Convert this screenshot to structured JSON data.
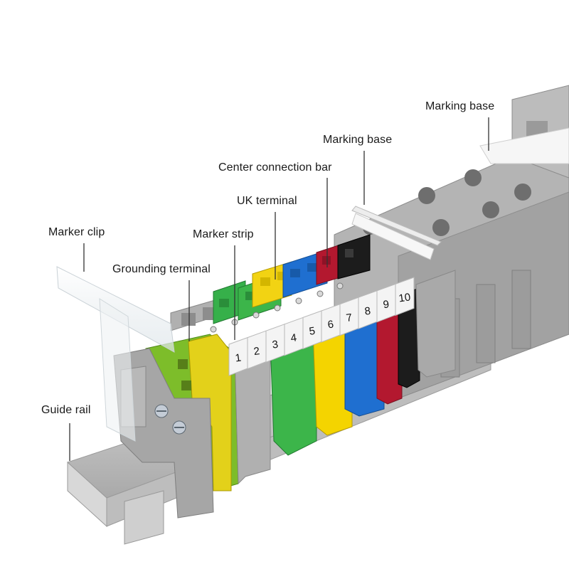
{
  "callouts": {
    "marking_base_right": "Marking base",
    "marking_base_mid": "Marking base",
    "center_connection_bar": "Center connection bar",
    "uk_terminal": "UK terminal",
    "marker_strip": "Marker strip",
    "marker_clip": "Marker clip",
    "grounding_terminal": "Grounding terminal",
    "guide_rail": "Guide rail"
  },
  "marker_numbers": [
    "1",
    "2",
    "3",
    "4",
    "5",
    "6",
    "7",
    "8",
    "9",
    "10"
  ],
  "colors": {
    "grey_block": "#a9a9a9",
    "grey_dark": "#8c8c8c",
    "green": "#3cb54a",
    "yellow": "#f4d400",
    "blue": "#1f6fd0",
    "red": "#b3182f",
    "black": "#1c1c1c",
    "rail": "#c9c9c9",
    "marker_white": "#f4f4f4",
    "leader_line": "#333333"
  }
}
